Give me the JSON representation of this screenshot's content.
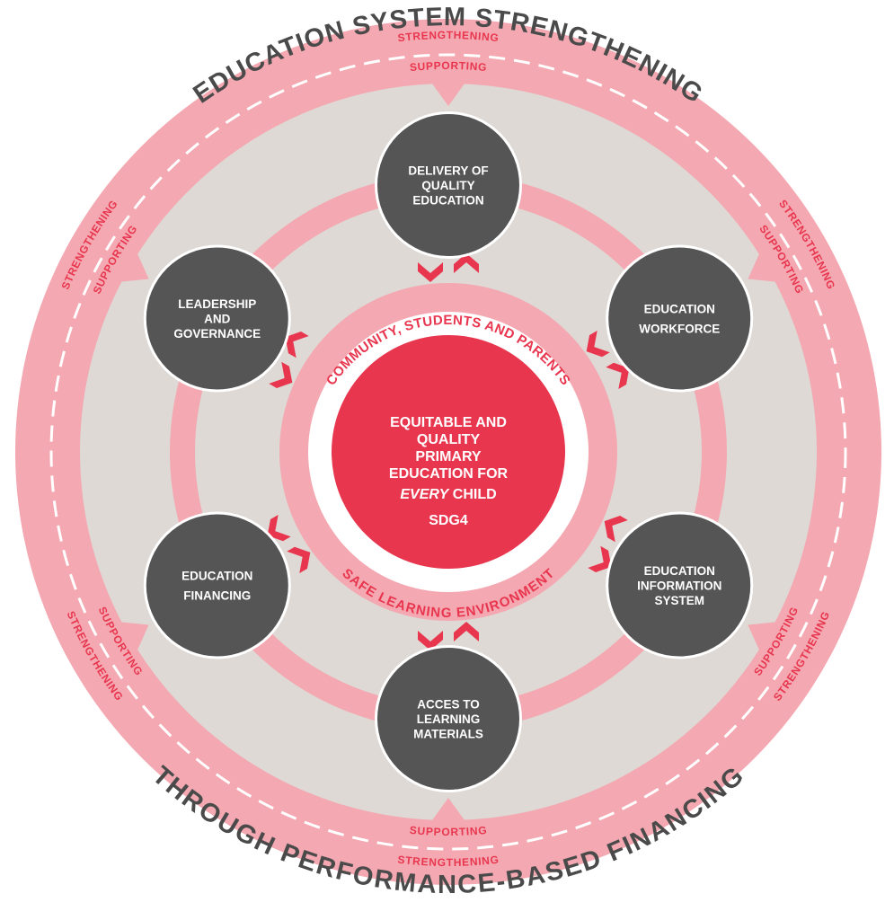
{
  "titles": {
    "top": "EDUCATION SYSTEM STRENGTHENING",
    "bottom": "THROUGH PERFORMANCE-BASED FINANCING"
  },
  "ring_labels": {
    "strengthening": "STRENGTHENING",
    "supporting": "SUPPORTING"
  },
  "inner_ring": {
    "top": "COMMUNITY, STUDENTS AND PARENTS",
    "bottom": "SAFE LEARNING ENVIRONMENT"
  },
  "center": {
    "line1": "EQUITABLE AND",
    "line2": "QUALITY",
    "line3": "PRIMARY",
    "line4": "EDUCATION FOR",
    "line5_em": "EVERY",
    "line5_rest": " CHILD",
    "line6": "SDG4"
  },
  "nodes": [
    {
      "id": "delivery",
      "lines": [
        "DELIVERY OF",
        "QUALITY",
        "EDUCATION"
      ]
    },
    {
      "id": "workforce",
      "lines": [
        "EDUCATION",
        "WORKFORCE"
      ]
    },
    {
      "id": "information",
      "lines": [
        "EDUCATION",
        "INFORMATION",
        "SYSTEM"
      ]
    },
    {
      "id": "materials",
      "lines": [
        "ACCES TO",
        "LEARNING",
        "MATERIALS"
      ]
    },
    {
      "id": "financing",
      "lines": [
        "EDUCATION",
        "FINANCING"
      ]
    },
    {
      "id": "leadership",
      "lines": [
        "LEADERSHIP",
        "AND",
        "GOVERNANCE"
      ]
    }
  ],
  "colors": {
    "outer_ring": "#f4a8b1",
    "beige": "#ded9d5",
    "inner_ring": "#f4a8b1",
    "node": "#555555",
    "center": "#e8364f",
    "accent": "#e8364f",
    "dash": "#ffffff"
  }
}
